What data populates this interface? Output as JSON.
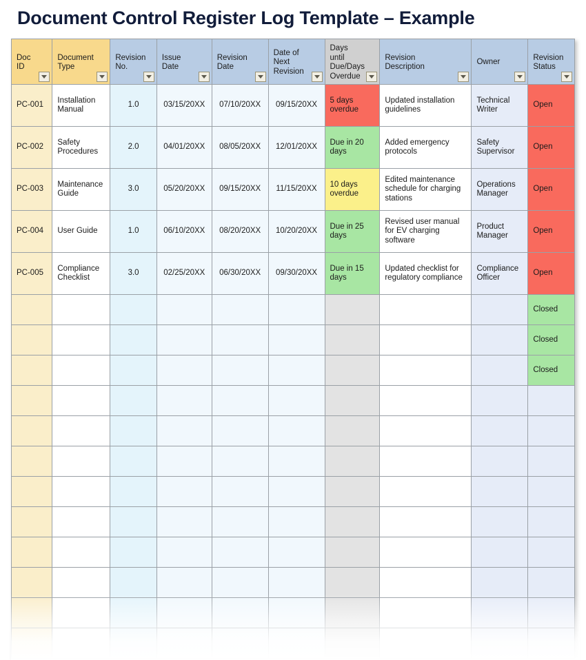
{
  "page": {
    "title": "Document Control Register Log Template – Example",
    "title_color": "#111c3a"
  },
  "palette": {
    "header_blue": "#b8cce4",
    "header_yellow": "#f8d98c",
    "header_gray": "#d0d0d0",
    "docid_yellow": "#faeeca",
    "revision_blue": "#e4f4fb",
    "date_blue": "#f1f8fd",
    "days_gray": "#e3e3e3",
    "owner_blue": "#e6ecf8",
    "status_open_red": "#f96a5d",
    "status_closed_green": "#a8e6a3",
    "overdue_red": "#f96a5d",
    "overdue_yellow": "#fbf08a",
    "due_green": "#a8e6a3",
    "grid_line": "#9aa0a6"
  },
  "table": {
    "filter_icon": "chevron-down-icon",
    "columns": [
      {
        "key": "doc_id",
        "label": "Doc ID",
        "header_style": "h-yellow",
        "cell_style": "c-docid",
        "filter": true
      },
      {
        "key": "doc_type",
        "label": "Document Type",
        "header_style": "h-yellow",
        "cell_style": "c-type",
        "filter": true
      },
      {
        "key": "rev_no",
        "label": "Revision No.",
        "header_style": "h-blue",
        "cell_style": "c-rev",
        "filter": true
      },
      {
        "key": "issue_date",
        "label": "Issue Date",
        "header_style": "h-blue",
        "cell_style": "c-date",
        "filter": true
      },
      {
        "key": "rev_date",
        "label": "Revision Date",
        "header_style": "h-blue",
        "cell_style": "c-date",
        "filter": true
      },
      {
        "key": "next_rev",
        "label": "Date of Next Revision",
        "header_style": "h-blue",
        "cell_style": "c-date",
        "filter": true
      },
      {
        "key": "days_until",
        "label": "Days until Due/Days Overdue",
        "header_style": "h-gray",
        "cell_style": "c-days",
        "filter": true
      },
      {
        "key": "rev_desc",
        "label": "Revision Description",
        "header_style": "h-blue",
        "cell_style": "c-desc",
        "filter": true
      },
      {
        "key": "owner",
        "label": "Owner",
        "header_style": "h-blue",
        "cell_style": "c-owner",
        "filter": true
      },
      {
        "key": "rev_status",
        "label": "Revision Status",
        "header_style": "h-blue",
        "cell_style": "c-status",
        "filter": true
      }
    ],
    "rows": [
      {
        "doc_id": "PC-001",
        "doc_type": "Installation Manual",
        "rev_no": "1.0",
        "issue_date": "03/15/20XX",
        "rev_date": "07/10/20XX",
        "next_rev": "09/15/20XX",
        "days_until": "5 days overdue",
        "days_fill": "fill-red",
        "rev_desc": "Updated installation guidelines",
        "owner": "Technical Writer",
        "rev_status": "Open",
        "status_fill": "fill-red"
      },
      {
        "doc_id": "PC-002",
        "doc_type": "Safety Procedures",
        "rev_no": "2.0",
        "issue_date": "04/01/20XX",
        "rev_date": "08/05/20XX",
        "next_rev": "12/01/20XX",
        "days_until": "Due in 20 days",
        "days_fill": "fill-green",
        "rev_desc": "Added emergency protocols",
        "owner": "Safety Supervisor",
        "rev_status": "Open",
        "status_fill": "fill-red"
      },
      {
        "doc_id": "PC-003",
        "doc_type": "Maintenance Guide",
        "rev_no": "3.0",
        "issue_date": "05/20/20XX",
        "rev_date": "09/15/20XX",
        "next_rev": "11/15/20XX",
        "days_until": "10 days overdue",
        "days_fill": "fill-yellow",
        "rev_desc": "Edited maintenance schedule for charging stations",
        "owner": "Operations Manager",
        "rev_status": "Open",
        "status_fill": "fill-red"
      },
      {
        "doc_id": "PC-004",
        "doc_type": "User Guide",
        "rev_no": "1.0",
        "issue_date": "06/10/20XX",
        "rev_date": "08/20/20XX",
        "next_rev": "10/20/20XX",
        "days_until": "Due in 25 days",
        "days_fill": "fill-green",
        "rev_desc": "Revised user manual for EV charging software",
        "owner": "Product Manager",
        "rev_status": "Open",
        "status_fill": "fill-red"
      },
      {
        "doc_id": "PC-005",
        "doc_type": "Compliance Checklist",
        "rev_no": "3.0",
        "issue_date": "02/25/20XX",
        "rev_date": "06/30/20XX",
        "next_rev": "09/30/20XX",
        "days_until": "Due in 15 days",
        "days_fill": "fill-green",
        "rev_desc": "Updated checklist for regulatory compliance",
        "owner": "Compliance Officer",
        "rev_status": "Open",
        "status_fill": "fill-red"
      }
    ],
    "empty_rows": [
      {
        "rev_status": "Closed",
        "status_fill": "fill-green"
      },
      {
        "rev_status": "Closed",
        "status_fill": "fill-green"
      },
      {
        "rev_status": "Closed",
        "status_fill": "fill-green"
      },
      {
        "rev_status": "",
        "status_fill": ""
      },
      {
        "rev_status": "",
        "status_fill": ""
      },
      {
        "rev_status": "",
        "status_fill": ""
      },
      {
        "rev_status": "",
        "status_fill": ""
      },
      {
        "rev_status": "",
        "status_fill": ""
      },
      {
        "rev_status": "",
        "status_fill": ""
      },
      {
        "rev_status": "",
        "status_fill": ""
      },
      {
        "rev_status": "",
        "status_fill": ""
      },
      {
        "rev_status": "",
        "status_fill": ""
      }
    ]
  }
}
